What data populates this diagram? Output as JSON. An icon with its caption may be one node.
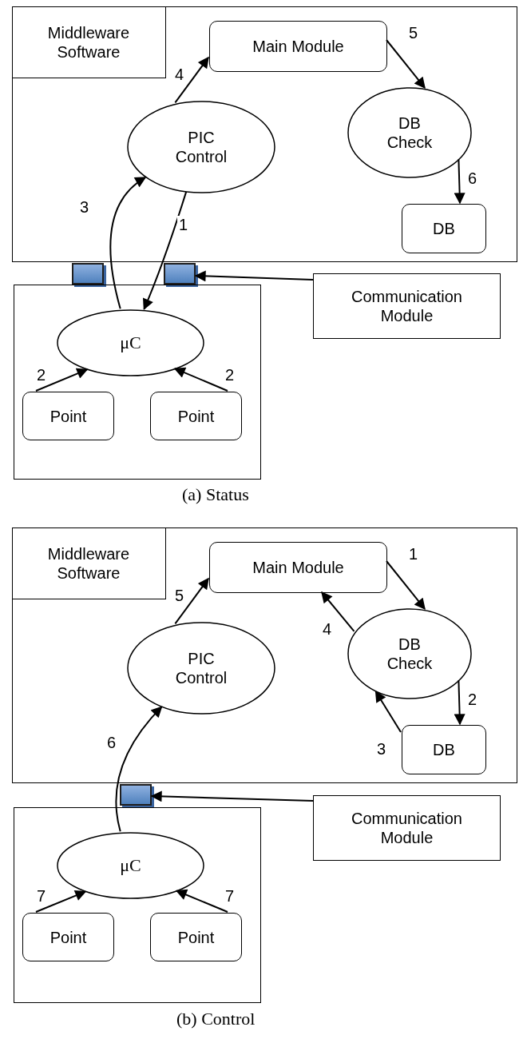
{
  "diagram": {
    "nodes": [
      {
        "text": [
          "Middleware Software"
        ]
      },
      {
        "text": [
          "Main Module"
        ],
        "in": 0
      },
      {
        "text": [
          "PIC Control"
        ],
        "in": 0
      },
      {
        "text": [
          "DB Check"
        ],
        "in": 0
      },
      {
        "text": [
          "DB"
        ],
        "in": 0
      },
      {
        "text": [],
        "shape": "box"
      },
      {
        "text": [],
        "shape": "box"
      },
      {
        "text": [],
        "shape": "box"
      },
      {
        "text": [
          "μC"
        ],
        "in": 7
      },
      {
        "text": [
          "Point"
        ],
        "in": 7
      },
      {
        "text": [
          "Point"
        ],
        "in": 7
      },
      {
        "text": [
          "Communication Module"
        ]
      },
      {
        "text": [
          "Middleware Software"
        ]
      },
      {
        "text": [
          "Main Module"
        ],
        "in": 12
      },
      {
        "text": [
          "PIC Control"
        ],
        "in": 12
      },
      {
        "text": [
          "DB Check"
        ],
        "in": 12
      },
      {
        "text": [
          "DB"
        ],
        "in": 12
      },
      {
        "text": [],
        "shape": "box"
      },
      {
        "text": [],
        "shape": "box"
      },
      {
        "text": [
          "μC"
        ],
        "in": 18
      },
      {
        "text": [
          "Point"
        ],
        "in": 18
      },
      {
        "text": [
          "Point"
        ],
        "in": 18
      },
      {
        "text": [
          "Communication Module"
        ]
      }
    ],
    "edges": [
      {
        "from": 2,
        "to": 1,
        "arrow": "to",
        "label": "4"
      },
      {
        "from": 1,
        "to": 3,
        "arrow": "to",
        "label": "5"
      },
      {
        "from": 3,
        "to": 4,
        "arrow": "to",
        "label": "6"
      },
      {
        "from": 2,
        "to": 8,
        "arrow": "to",
        "label": "1"
      },
      {
        "from": 8,
        "to": 2,
        "arrow": "to",
        "label": "3"
      },
      {
        "from": 9,
        "to": 8,
        "arrow": "to",
        "label": "2"
      },
      {
        "from": 10,
        "to": 8,
        "arrow": "to",
        "label": "2"
      },
      {
        "from": 11,
        "to": 6,
        "arrow": "to"
      },
      {
        "from": 13,
        "to": 15,
        "arrow": "to",
        "label": "1"
      },
      {
        "from": 15,
        "to": 16,
        "arrow": "to",
        "label": "2"
      },
      {
        "from": 16,
        "to": 15,
        "arrow": "to",
        "label": "3"
      },
      {
        "from": 15,
        "to": 13,
        "arrow": "to",
        "label": "4"
      },
      {
        "from": 14,
        "to": 13,
        "arrow": "to",
        "label": "5"
      },
      {
        "from": 19,
        "to": 14,
        "arrow": "to",
        "label": "6"
      },
      {
        "from": 20,
        "to": 19,
        "arrow": "to",
        "label": "7"
      },
      {
        "from": 21,
        "to": 19,
        "arrow": "to",
        "label": "7"
      },
      {
        "from": 22,
        "to": 17,
        "arrow": "to"
      }
    ],
    "labels": [
      "(a) Status",
      "(b) Control"
    ]
  }
}
